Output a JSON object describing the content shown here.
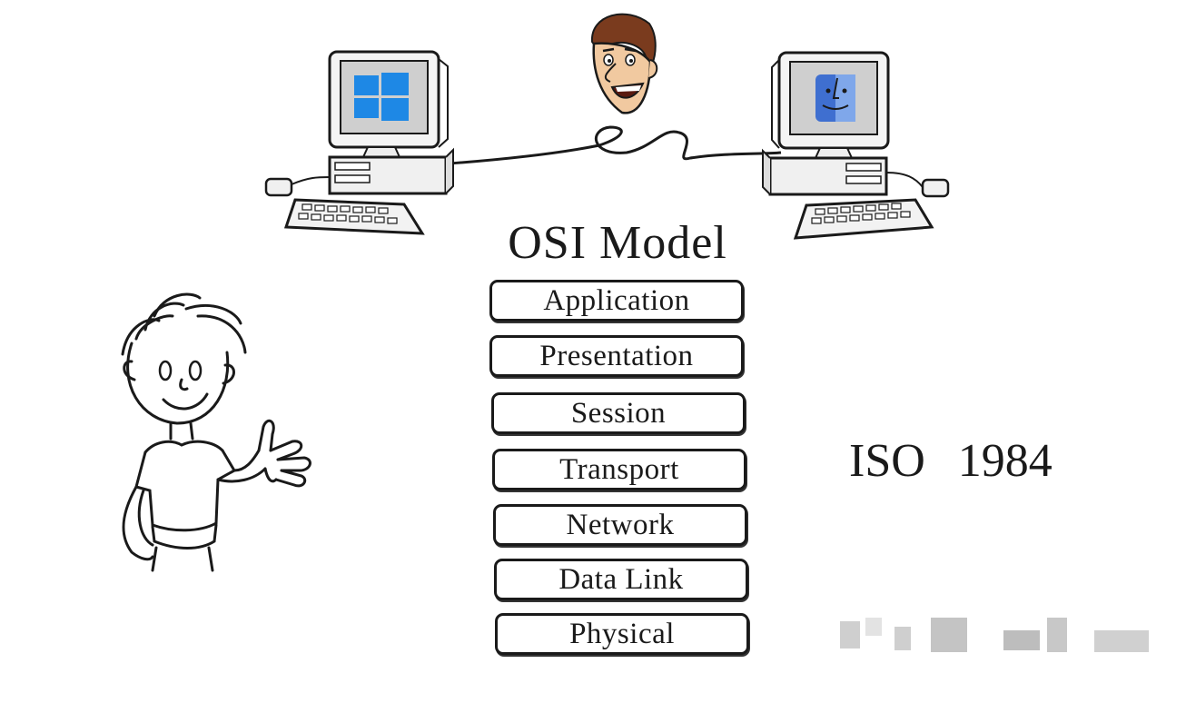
{
  "title": "OSI Model",
  "layers": [
    {
      "label": "Application"
    },
    {
      "label": "Presentation"
    },
    {
      "label": "Session"
    },
    {
      "label": "Transport"
    },
    {
      "label": "Network"
    },
    {
      "label": "Data Link"
    },
    {
      "label": "Physical"
    }
  ],
  "iso": {
    "org": "ISO",
    "year": "1984"
  },
  "colors": {
    "windows_blue": "#1e88e5",
    "mac_blue": "#3f6fd0",
    "skin": "#f1c9a0",
    "hair": "#7a3b1e",
    "ink": "#1a1a1a"
  },
  "icons": [
    "windows-logo-icon",
    "mac-finder-icon"
  ]
}
